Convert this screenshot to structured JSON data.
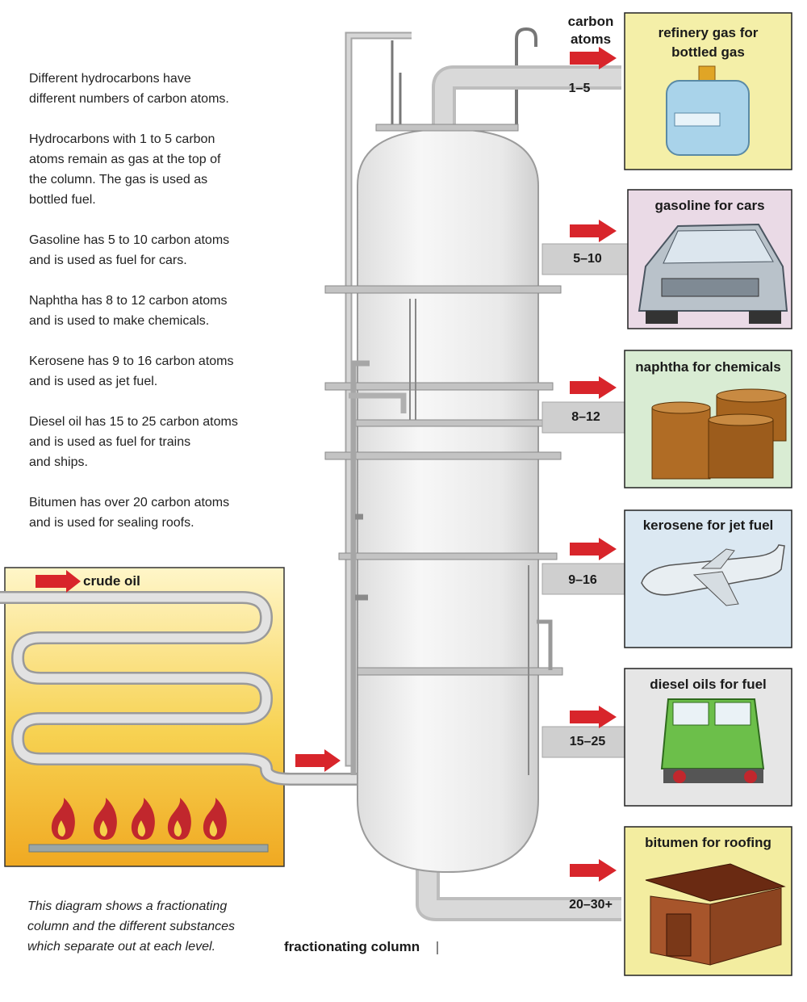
{
  "intro": [
    [
      "Different hydrocarbons have",
      "different numbers of carbon atoms."
    ],
    [
      "Hydrocarbons with 1 to 5 carbon",
      "atoms remain as gas at the top of",
      "the column. The gas is used as",
      "bottled fuel."
    ],
    [
      "Gasoline has 5 to 10 carbon atoms",
      "and is used as fuel for cars."
    ],
    [
      "Naphtha has 8 to 12 carbon atoms",
      "and is used to make chemicals."
    ],
    [
      "Kerosene has 9 to 16 carbon atoms",
      "and is used as jet fuel."
    ],
    [
      "Diesel oil has 15 to 25 carbon atoms",
      "and is used as fuel for trains",
      "and ships."
    ],
    [
      "Bitumen has over 20 carbon atoms",
      "and is used for sealing roofs."
    ]
  ],
  "caption": [
    "This diagram shows a fractionating",
    "column and the different substances",
    "which separate out at each level."
  ],
  "column_label": "fractionating column",
  "carbon_header": [
    "carbon",
    "atoms"
  ],
  "crude_label": "crude oil",
  "products": [
    {
      "title": [
        "refinery gas for",
        "bottled gas"
      ],
      "range": "1–5",
      "icon": "gas-cylinder-icon",
      "bg": "#f4efa8"
    },
    {
      "title": [
        "gasoline for cars"
      ],
      "range": "5–10",
      "icon": "car-icon",
      "bg": "#eadae6"
    },
    {
      "title": [
        "naphtha for chemicals"
      ],
      "range": "8–12",
      "icon": "barrels-icon",
      "bg": "#d9ecd3"
    },
    {
      "title": [
        "kerosene for jet fuel"
      ],
      "range": "9–16",
      "icon": "airplane-icon",
      "bg": "#dbe8f2"
    },
    {
      "title": [
        "diesel oils for fuel"
      ],
      "range": "15–25",
      "icon": "locomotive-icon",
      "bg": "#e6e6e6"
    },
    {
      "title": [
        "bitumen for roofing"
      ],
      "range": "20–30+",
      "icon": "shed-icon",
      "bg": "#f3eda0"
    }
  ],
  "colors": {
    "arrow": "#d8252b",
    "pipe": "#c9c9c9",
    "furnace": "#f5c233",
    "flame": "#c1272d",
    "coil": "#dcdcdc"
  }
}
